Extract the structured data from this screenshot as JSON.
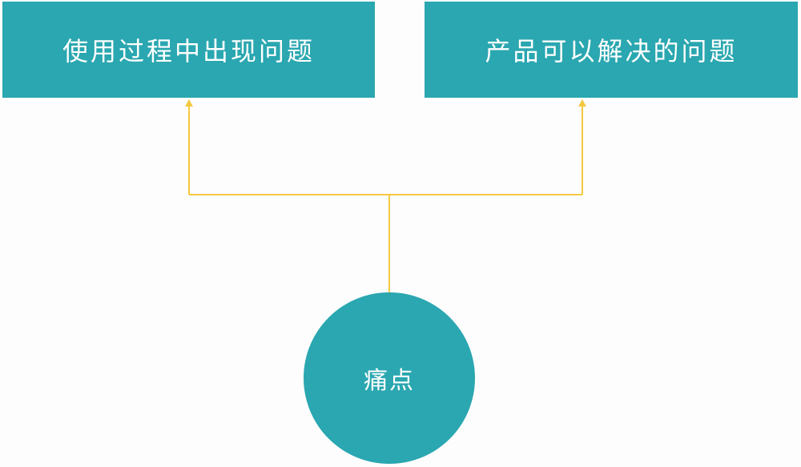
{
  "diagram": {
    "top_left_box": {
      "label": "使用过程中出现问题"
    },
    "top_right_box": {
      "label": "产品可以解决的问题"
    },
    "center_node": {
      "label": "痛点"
    },
    "colors": {
      "box_fill": "#2aa7b0",
      "node_fill": "#2aa7b0",
      "connector": "#f5c842",
      "text": "#ffffff",
      "background": "#fdfdfd"
    }
  }
}
